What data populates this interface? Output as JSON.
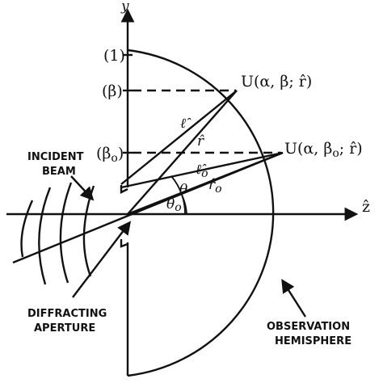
{
  "axes": {
    "y_label": "y",
    "z_label": "ẑ",
    "ticks": [
      "(1)",
      "(β)",
      "(β",
      "o",
      ")"
    ]
  },
  "points": {
    "u_beta": "U(α, β; r̂)",
    "u_beta0_prefix": "U(α, β",
    "u_beta0_sub": "o",
    "u_beta0_suffix": "; r̂)"
  },
  "vectors": {
    "l_hat": "ℓ̂",
    "r_hat": "r̂",
    "l0_hat": "ℓ̂",
    "l0_sub": "o",
    "r0_hat": "r̂",
    "r0_sub": "o",
    "theta": "θ",
    "theta0": "θ",
    "theta0_sub": "o"
  },
  "labels": {
    "incident_beam_line1": "INCIDENT",
    "incident_beam_line2": "BEAM",
    "diffracting_line1": "DIFFRACTING",
    "diffracting_line2": "APERTURE",
    "observation_line1": "OBSERVATION",
    "observation_line2": "HEMISPHERE"
  }
}
